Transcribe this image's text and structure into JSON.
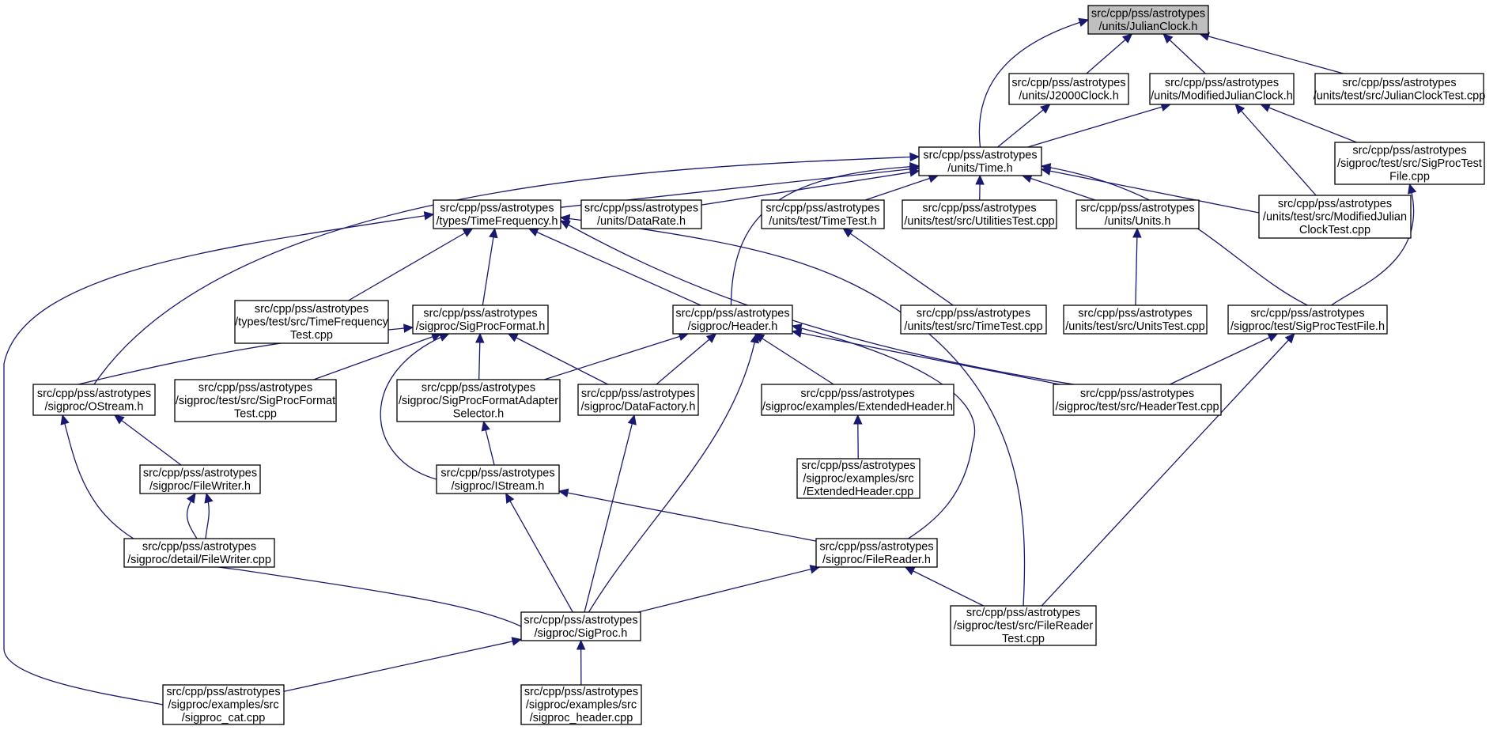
{
  "graph": {
    "nodes": [
      {
        "id": "julian_clock",
        "lines": [
          "src/cpp/pss/astrotypes",
          "/units/JulianClock.h"
        ]
      },
      {
        "id": "j2000",
        "lines": [
          "src/cpp/pss/astrotypes",
          "/units/J2000Clock.h"
        ]
      },
      {
        "id": "mjd",
        "lines": [
          "src/cpp/pss/astrotypes",
          "/units/ModifiedJulianClock.h"
        ]
      },
      {
        "id": "jc_test",
        "lines": [
          "src/cpp/pss/astrotypes",
          "/units/test/src/JulianClockTest.cpp"
        ]
      },
      {
        "id": "time",
        "lines": [
          "src/cpp/pss/astrotypes",
          "/units/Time.h"
        ]
      },
      {
        "id": "sp_testfile_cpp",
        "lines": [
          "src/cpp/pss/astrotypes",
          "/sigproc/test/src/SigProcTest",
          "File.cpp"
        ]
      },
      {
        "id": "timefreq",
        "lines": [
          "src/cpp/pss/astrotypes",
          "/types/TimeFrequency.h"
        ]
      },
      {
        "id": "datarate",
        "lines": [
          "src/cpp/pss/astrotypes",
          "/units/DataRate.h"
        ]
      },
      {
        "id": "timetest_h",
        "lines": [
          "src/cpp/pss/astrotypes",
          "/units/test/TimeTest.h"
        ]
      },
      {
        "id": "utilities_test",
        "lines": [
          "src/cpp/pss/astrotypes",
          "/units/test/src/UtilitiesTest.cpp"
        ]
      },
      {
        "id": "units_h",
        "lines": [
          "src/cpp/pss/astrotypes",
          "/units/Units.h"
        ]
      },
      {
        "id": "mjd_test",
        "lines": [
          "src/cpp/pss/astrotypes",
          "/units/test/src/ModifiedJulian",
          "ClockTest.cpp"
        ]
      },
      {
        "id": "tf_test",
        "lines": [
          "src/cpp/pss/astrotypes",
          "/types/test/src/TimeFrequency",
          "Test.cpp"
        ]
      },
      {
        "id": "spformat",
        "lines": [
          "src/cpp/pss/astrotypes",
          "/sigproc/SigProcFormat.h"
        ]
      },
      {
        "id": "header",
        "lines": [
          "src/cpp/pss/astrotypes",
          "/sigproc/Header.h"
        ]
      },
      {
        "id": "timetest_cpp",
        "lines": [
          "src/cpp/pss/astrotypes",
          "/units/test/src/TimeTest.cpp"
        ]
      },
      {
        "id": "units_test",
        "lines": [
          "src/cpp/pss/astrotypes",
          "/units/test/src/UnitsTest.cpp"
        ]
      },
      {
        "id": "sp_testfile_h",
        "lines": [
          "src/cpp/pss/astrotypes",
          "/sigproc/test/SigProcTestFile.h"
        ]
      },
      {
        "id": "ostream",
        "lines": [
          "src/cpp/pss/astrotypes",
          "/sigproc/OStream.h"
        ]
      },
      {
        "id": "spformat_test",
        "lines": [
          "src/cpp/pss/astrotypes",
          "/sigproc/test/src/SigProcFormat",
          "Test.cpp"
        ]
      },
      {
        "id": "adapter",
        "lines": [
          "src/cpp/pss/astrotypes",
          "/sigproc/SigProcFormatAdapter",
          "Selector.h"
        ]
      },
      {
        "id": "datafactory",
        "lines": [
          "src/cpp/pss/astrotypes",
          "/sigproc/DataFactory.h"
        ]
      },
      {
        "id": "ext_header_h",
        "lines": [
          "src/cpp/pss/astrotypes",
          "/sigproc/examples/ExtendedHeader.h"
        ]
      },
      {
        "id": "header_test",
        "lines": [
          "src/cpp/pss/astrotypes",
          "/sigproc/test/src/HeaderTest.cpp"
        ]
      },
      {
        "id": "filewriter_h",
        "lines": [
          "src/cpp/pss/astrotypes",
          "/sigproc/FileWriter.h"
        ]
      },
      {
        "id": "istream",
        "lines": [
          "src/cpp/pss/astrotypes",
          "/sigproc/IStream.h"
        ]
      },
      {
        "id": "ext_header_cpp",
        "lines": [
          "src/cpp/pss/astrotypes",
          "/sigproc/examples/src",
          "/ExtendedHeader.cpp"
        ]
      },
      {
        "id": "filewriter_cpp",
        "lines": [
          "src/cpp/pss/astrotypes",
          "/sigproc/detail/FileWriter.cpp"
        ]
      },
      {
        "id": "filereader",
        "lines": [
          "src/cpp/pss/astrotypes",
          "/sigproc/FileReader.h"
        ]
      },
      {
        "id": "sigproc_h",
        "lines": [
          "src/cpp/pss/astrotypes",
          "/sigproc/SigProc.h"
        ]
      },
      {
        "id": "filereader_test",
        "lines": [
          "src/cpp/pss/astrotypes",
          "/sigproc/test/src/FileReader",
          "Test.cpp"
        ]
      },
      {
        "id": "sigproc_cat",
        "lines": [
          "src/cpp/pss/astrotypes",
          "/sigproc/examples/src",
          "/sigproc_cat.cpp"
        ]
      },
      {
        "id": "sigproc_header_cpp",
        "lines": [
          "src/cpp/pss/astrotypes",
          "/sigproc/examples/src",
          "/sigproc_header.cpp"
        ]
      }
    ],
    "edges": [
      [
        "julian_clock",
        "j2000"
      ],
      [
        "julian_clock",
        "mjd"
      ],
      [
        "julian_clock",
        "jc_test"
      ],
      [
        "julian_clock",
        "time"
      ],
      [
        "j2000",
        "time"
      ],
      [
        "mjd",
        "time"
      ],
      [
        "mjd",
        "sp_testfile_cpp"
      ],
      [
        "mjd",
        "mjd_test"
      ],
      [
        "time",
        "timefreq"
      ],
      [
        "time",
        "datarate"
      ],
      [
        "time",
        "timetest_h"
      ],
      [
        "time",
        "utilities_test"
      ],
      [
        "time",
        "units_h"
      ],
      [
        "time",
        "mjd_test"
      ],
      [
        "time",
        "sp_testfile_h"
      ],
      [
        "time",
        "header"
      ],
      [
        "time",
        "ostream"
      ],
      [
        "sp_testfile_cpp",
        "sp_testfile_h"
      ],
      [
        "timefreq",
        "tf_test"
      ],
      [
        "timefreq",
        "spformat"
      ],
      [
        "timefreq",
        "header"
      ],
      [
        "timefreq",
        "header_test"
      ],
      [
        "timefreq",
        "filereader_test"
      ],
      [
        "timefreq",
        "sigproc_cat"
      ],
      [
        "timetest_h",
        "timetest_cpp"
      ],
      [
        "units_h",
        "units_test"
      ],
      [
        "spformat",
        "ostream"
      ],
      [
        "spformat",
        "spformat_test"
      ],
      [
        "spformat",
        "adapter"
      ],
      [
        "spformat",
        "datafactory"
      ],
      [
        "spformat",
        "istream"
      ],
      [
        "header",
        "adapter"
      ],
      [
        "header",
        "datafactory"
      ],
      [
        "header",
        "ext_header_h"
      ],
      [
        "header",
        "header_test"
      ],
      [
        "header",
        "sigproc_h"
      ],
      [
        "header",
        "filereader"
      ],
      [
        "sp_testfile_h",
        "header_test"
      ],
      [
        "sp_testfile_h",
        "filereader_test"
      ],
      [
        "ostream",
        "filewriter_h"
      ],
      [
        "ostream",
        "sigproc_h"
      ],
      [
        "adapter",
        "istream"
      ],
      [
        "datafactory",
        "sigproc_h"
      ],
      [
        "ext_header_h",
        "ext_header_cpp"
      ],
      [
        "filewriter_h",
        "filewriter_cpp"
      ],
      [
        "filewriter_cpp",
        "filewriter_h"
      ],
      [
        "istream",
        "sigproc_h"
      ],
      [
        "istream",
        "filereader"
      ],
      [
        "filereader",
        "sigproc_h"
      ],
      [
        "filereader",
        "filereader_test"
      ],
      [
        "sigproc_h",
        "sigproc_cat"
      ],
      [
        "sigproc_h",
        "sigproc_header_cpp"
      ]
    ]
  },
  "colors": {
    "edge": "#191970",
    "node_border": "#000000",
    "root_fill": "#bfbfbf",
    "node_fill": "#ffffff"
  }
}
